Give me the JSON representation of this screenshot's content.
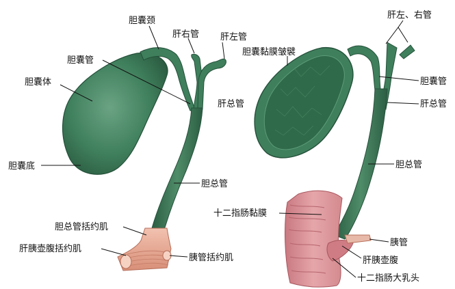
{
  "left_figure": {
    "labels": {
      "gallbladder_neck": "胆囊颈",
      "right_hepatic_duct": "肝右管",
      "left_hepatic_duct": "肝左管",
      "cystic_duct": "胆囊管",
      "gallbladder_body": "胆囊体",
      "common_hepatic_duct": "肝总管",
      "gallbladder_fundus": "胆囊底",
      "common_bile_duct": "胆总管",
      "bile_duct_sphincter": "胆总管括约肌",
      "ampulla_sphincter": "肝胰壶腹括约肌",
      "pancreatic_duct_sphincter": "胰管括约肌"
    }
  },
  "right_figure": {
    "labels": {
      "hepatic_ducts": "肝左、右管",
      "mucosal_folds": "胆囊黏膜皱襞",
      "cystic_duct": "胆囊管",
      "common_hepatic_duct": "肝总管",
      "common_bile_duct": "胆总管",
      "duodenal_mucosa": "十二指肠黏膜",
      "pancreatic_duct": "胰管",
      "hepatopancreatic_ampulla": "肝胰壶腹",
      "major_duodenal_papilla": "十二指肠大乳头"
    }
  },
  "colors": {
    "gallbladder_green": "#3f7f5c",
    "gallbladder_dark": "#2c5e44",
    "gallbladder_inner": "#4f8c68",
    "duodenum_pink": "#d48a8f",
    "duodenum_light": "#e9aeb0",
    "sphincter": "#e6a58f"
  }
}
